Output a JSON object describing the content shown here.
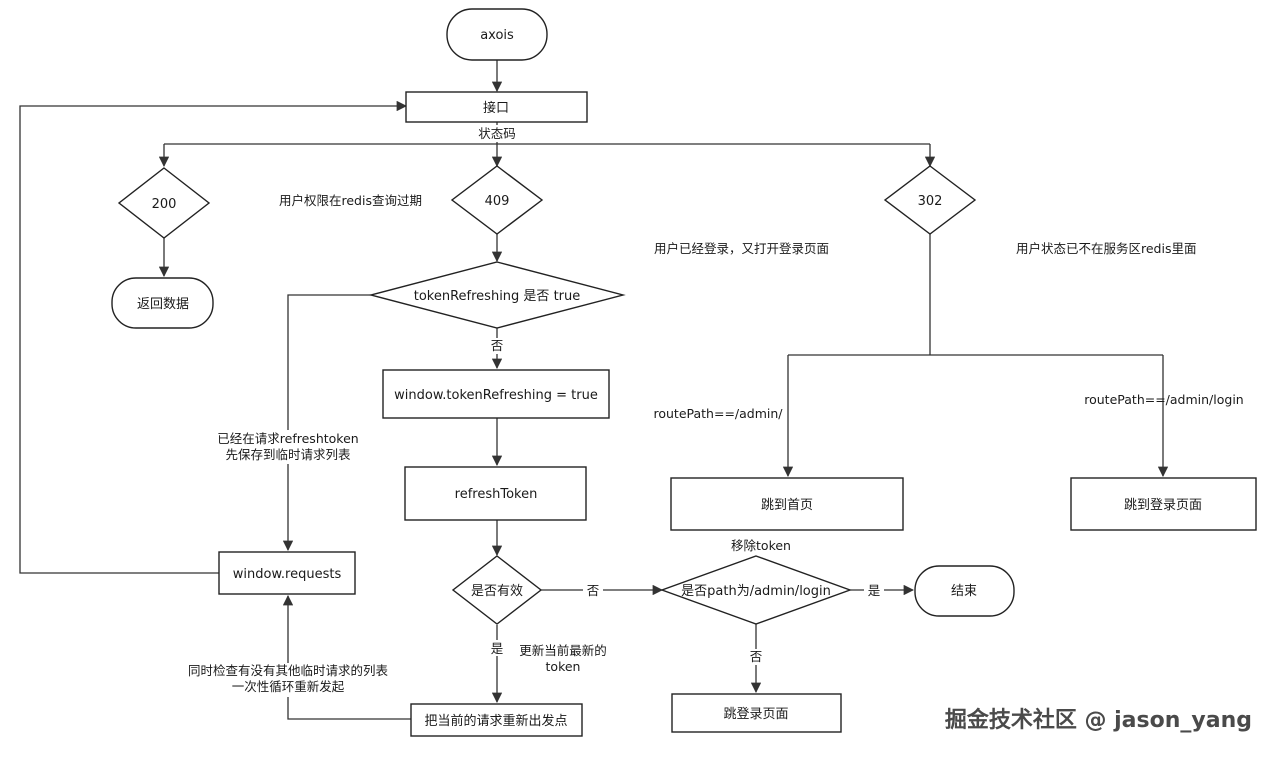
{
  "nodes": {
    "axios": "axois",
    "api": "接口",
    "s200": "200",
    "s409": "409",
    "s302": "302",
    "return_data": "返回数据",
    "token_refreshing_check": "tokenRefreshing 是否 true",
    "set_refreshing": "window.tokenRefreshing = true",
    "refresh_token": "refreshToken",
    "valid_check": "是否有效",
    "path_check": "是否path为/admin/login",
    "end": "结束",
    "window_requests": "window.requests",
    "resend": "把当前的请求重新出发点",
    "goto_home": "跳到首页",
    "goto_login_1": "跳到登录页面",
    "goto_login_2": "跳登录页面"
  },
  "labels": {
    "status_code": "状态码",
    "expired_409": "用户权限在redis查询过期",
    "logged_in_302": "用户已经登录，又打开登录页面",
    "not_in_redis": "用户状态已不在服务区redis里面",
    "no_1": "否",
    "already_requesting_1": "已经在请求refreshtoken",
    "already_requesting_2": "先保存到临时请求列表",
    "yes_1": "是",
    "update_token_1": "更新当前最新的",
    "update_token_2": "token",
    "no_2": "否",
    "remove_token": "移除token",
    "yes_2": "是",
    "no_3": "否",
    "route_admin": "routePath==/admin/",
    "route_login": "routePath==/admin/login",
    "check_list_1": "同时检查有没有其他临时请求的列表",
    "check_list_2": "一次性循环重新发起"
  },
  "watermark": "掘金技术社区 @ jason_yang",
  "colors": {
    "stroke": "#222222",
    "text": "#1a1a1a",
    "background": "#ffffff"
  }
}
